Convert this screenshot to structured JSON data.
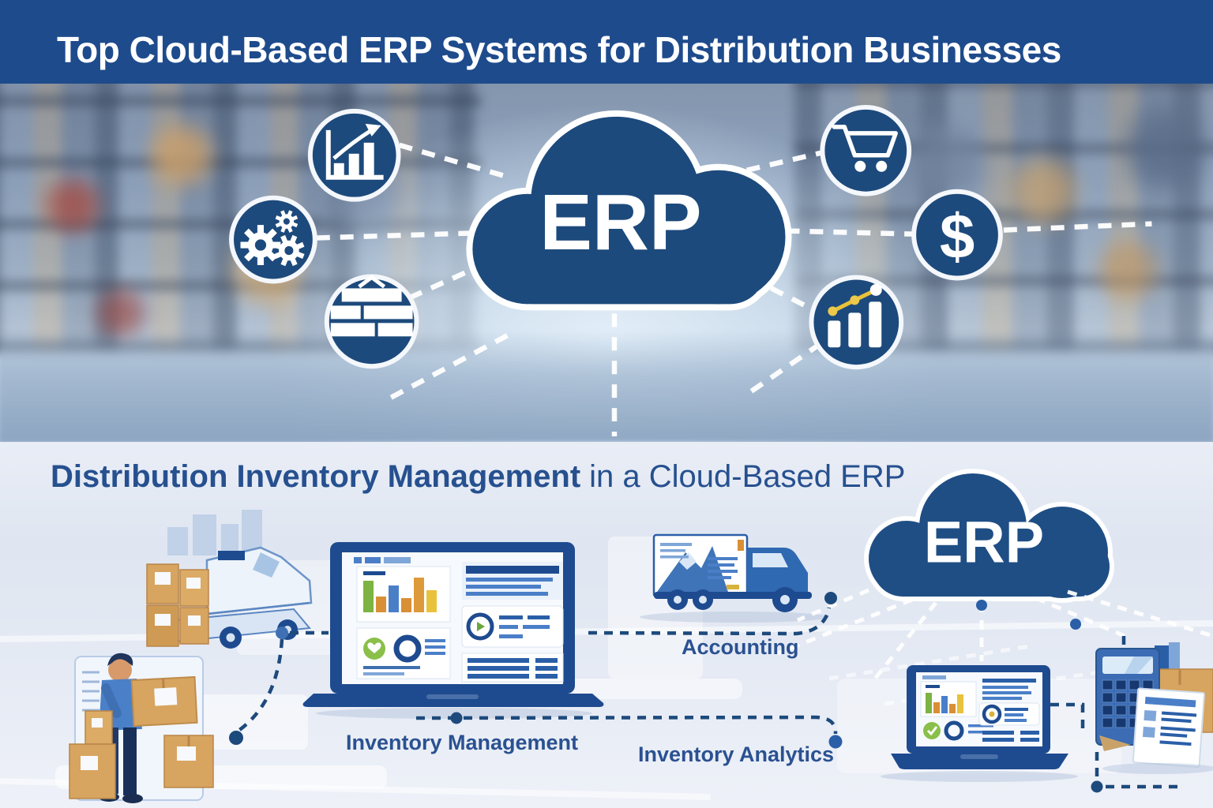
{
  "header": {
    "title": "Top Cloud-Based ERP Systems for Distribution Businesses"
  },
  "hero": {
    "cloud_label": "ERP",
    "icons": [
      {
        "name": "growth-chart-icon"
      },
      {
        "name": "gears-icon"
      },
      {
        "name": "pallet-boxes-icon"
      },
      {
        "name": "shopping-cart-icon"
      },
      {
        "name": "dollar-icon",
        "glyph": "$"
      },
      {
        "name": "bar-analytics-icon"
      }
    ]
  },
  "section": {
    "title_emphasis": "Distribution Inventory Management",
    "title_rest": "in a Cloud-Based ERP",
    "cloud_label": "ERP",
    "labels": {
      "accounting": "Accounting",
      "inventory_management": "Inventory Management",
      "inventory_analytics": "Inventory Analytics"
    }
  },
  "colors": {
    "header_bg": "#1e4b8c",
    "cloud_navy": "#1d4a7c",
    "title_blue": "#26508f",
    "label_blue": "#2a5191",
    "accent_green": "#7db342",
    "accent_orange": "#dd9a3a",
    "accent_yellow": "#e8c23a",
    "accent_blue": "#4a7fc8",
    "cardboard": "#d7a55f",
    "section_bg": "#e4e9f4"
  }
}
